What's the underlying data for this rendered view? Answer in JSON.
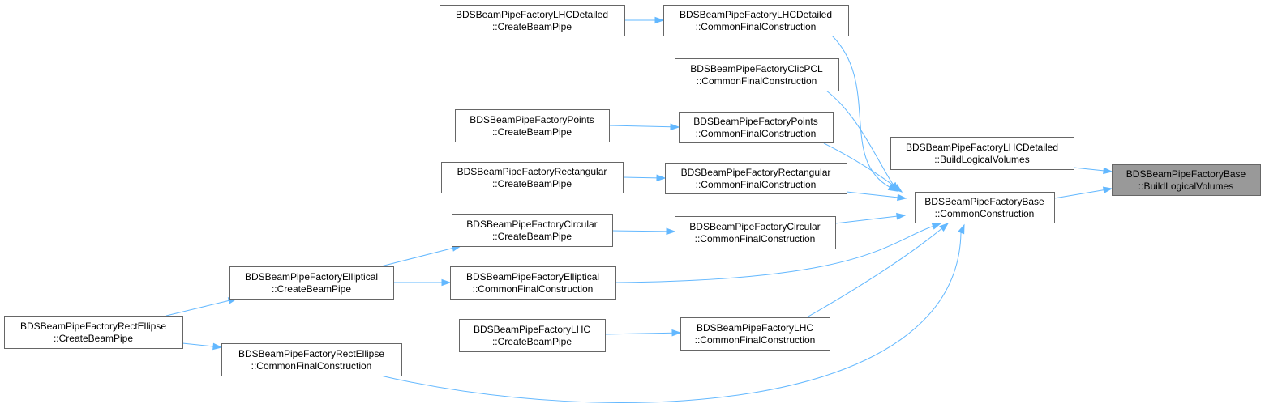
{
  "graph": {
    "nodes": [
      {
        "id": "root",
        "line1": "BDSBeamPipeFactoryBase",
        "line2": "::BuildLogicalVolumes",
        "highlight": true
      },
      {
        "id": "base_cc",
        "line1": "BDSBeamPipeFactoryBase",
        "line2": "::CommonConstruction"
      },
      {
        "id": "lhcd_blv",
        "line1": "BDSBeamPipeFactoryLHCDetailed",
        "line2": "::BuildLogicalVolumes"
      },
      {
        "id": "lhcd_cfc",
        "line1": "BDSBeamPipeFactoryLHCDetailed",
        "line2": "::CommonFinalConstruction"
      },
      {
        "id": "lhcd_cbp",
        "line1": "BDSBeamPipeFactoryLHCDetailed",
        "line2": "::CreateBeamPipe"
      },
      {
        "id": "clic_cfc",
        "line1": "BDSBeamPipeFactoryClicPCL",
        "line2": "::CommonFinalConstruction"
      },
      {
        "id": "pts_cbp",
        "line1": "BDSBeamPipeFactoryPoints",
        "line2": "::CreateBeamPipe"
      },
      {
        "id": "pts_cfc",
        "line1": "BDSBeamPipeFactoryPoints",
        "line2": "::CommonFinalConstruction"
      },
      {
        "id": "rect_cbp",
        "line1": "BDSBeamPipeFactoryRectangular",
        "line2": "::CreateBeamPipe"
      },
      {
        "id": "rect_cfc",
        "line1": "BDSBeamPipeFactoryRectangular",
        "line2": "::CommonFinalConstruction"
      },
      {
        "id": "circ_cbp",
        "line1": "BDSBeamPipeFactoryCircular",
        "line2": "::CreateBeamPipe"
      },
      {
        "id": "circ_cfc",
        "line1": "BDSBeamPipeFactoryCircular",
        "line2": "::CommonFinalConstruction"
      },
      {
        "id": "ell_cbp",
        "line1": "BDSBeamPipeFactoryElliptical",
        "line2": "::CreateBeamPipe"
      },
      {
        "id": "ell_cfc",
        "line1": "BDSBeamPipeFactoryElliptical",
        "line2": "::CommonFinalConstruction"
      },
      {
        "id": "lhc_cbp",
        "line1": "BDSBeamPipeFactoryLHC",
        "line2": "::CreateBeamPipe"
      },
      {
        "id": "lhc_cfc",
        "line1": "BDSBeamPipeFactoryLHC",
        "line2": "::CommonFinalConstruction"
      },
      {
        "id": "re_cbp",
        "line1": "BDSBeamPipeFactoryRectEllipse",
        "line2": "::CreateBeamPipe"
      },
      {
        "id": "re_cfc",
        "line1": "BDSBeamPipeFactoryRectEllipse",
        "line2": "::CommonFinalConstruction"
      }
    ],
    "edges": [
      {
        "from": "lhcd_blv",
        "to": "root"
      },
      {
        "from": "base_cc",
        "to": "root"
      },
      {
        "from": "lhcd_cfc",
        "to": "base_cc"
      },
      {
        "from": "clic_cfc",
        "to": "base_cc"
      },
      {
        "from": "pts_cfc",
        "to": "base_cc"
      },
      {
        "from": "rect_cfc",
        "to": "base_cc"
      },
      {
        "from": "circ_cfc",
        "to": "base_cc"
      },
      {
        "from": "ell_cfc",
        "to": "base_cc"
      },
      {
        "from": "lhc_cfc",
        "to": "base_cc"
      },
      {
        "from": "re_cfc",
        "to": "base_cc"
      },
      {
        "from": "lhcd_cbp",
        "to": "lhcd_cfc"
      },
      {
        "from": "pts_cbp",
        "to": "pts_cfc"
      },
      {
        "from": "rect_cbp",
        "to": "rect_cfc"
      },
      {
        "from": "circ_cbp",
        "to": "circ_cfc"
      },
      {
        "from": "ell_cbp",
        "to": "circ_cbp"
      },
      {
        "from": "ell_cbp",
        "to": "ell_cfc"
      },
      {
        "from": "lhc_cbp",
        "to": "lhc_cfc"
      },
      {
        "from": "re_cbp",
        "to": "ell_cbp"
      },
      {
        "from": "re_cbp",
        "to": "re_cfc"
      }
    ]
  },
  "colors": {
    "edge": "#63b8ff",
    "node_border": "#666666",
    "node_fill": "#ffffff",
    "root_fill": "#999999"
  }
}
